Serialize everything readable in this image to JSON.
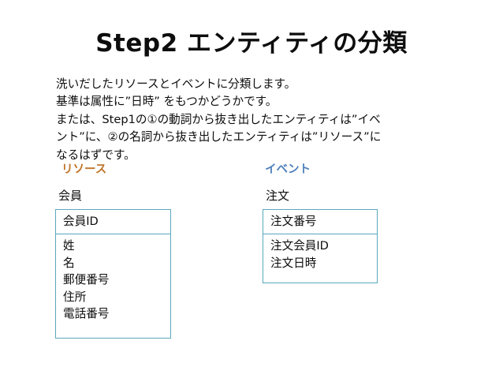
{
  "slide": {
    "title": "Step2 エンティティの分類",
    "background_color": "#ffffff",
    "text_color": "#0d0d0d"
  },
  "body": {
    "lines": [
      "洗いだしたリソースとイベントに分類します。",
      "基準は属性に”日時” をもつかどうかです。",
      "または、Step1の①の動詞から抜き出したエンティティは”イベ",
      "ント”に、②の名詞から抜き出したエンティティは”リソース”に",
      "なるはずです。"
    ]
  },
  "columns": [
    {
      "kind_label": "リソース",
      "kind_color": "#c0742a",
      "entity_name": "会員",
      "header_attribute": "会員ID",
      "attributes": [
        "姓",
        "名",
        "郵便番号",
        "住所",
        "電話番号"
      ]
    },
    {
      "kind_label": "イベント",
      "kind_color": "#4f81bd",
      "entity_name": "注文",
      "header_attribute": "注文番号",
      "attributes": [
        "注文会員ID",
        "注文日時"
      ]
    }
  ],
  "style": {
    "box_border_color": "#5aa8bf"
  }
}
